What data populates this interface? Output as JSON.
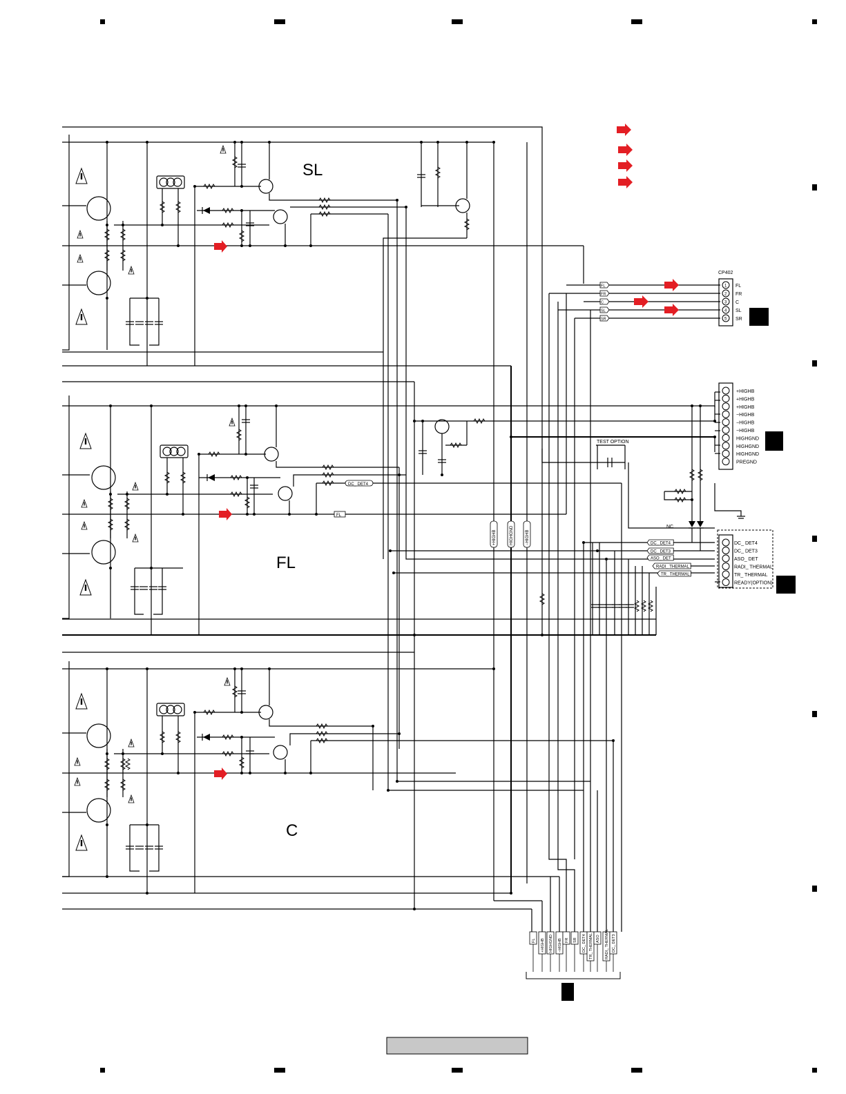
{
  "sections": {
    "sl": {
      "title": "SL"
    },
    "fl": {
      "title": "FL"
    },
    "c": {
      "title": "C"
    }
  },
  "connector_cp402": {
    "ref": "CP402",
    "pins": [
      "1",
      "2",
      "3",
      "4",
      "5"
    ],
    "labels": [
      "FL",
      "FR",
      "C",
      "SL",
      "SR"
    ],
    "net_tags": [
      "FL",
      "FR",
      "C",
      "SL",
      "SR"
    ]
  },
  "connector_power": {
    "labels": [
      "+HIGHB",
      "+HIGHB",
      "+HIGHB",
      "−HIGHB",
      "−HIGHB",
      "−HIGHB",
      "HIGHGND",
      "HIGHGND",
      "HIGHGND",
      "PREGND"
    ]
  },
  "connector_det": {
    "labels": [
      "DC_ DET4",
      "DC_ DET3",
      "ASO_ DET",
      "RADI_ THERMAL",
      "TR_ THERMAL",
      "READY(OPTION)"
    ],
    "net_tags": [
      "DC_ DET4",
      "DC_ DET3",
      "ASO_ DET",
      "RADI_ THERMAL",
      "TR_ THERMAL"
    ]
  },
  "misc_labels": {
    "test_option": "TEST OPTION",
    "nc": "NC",
    "dc_det4_tag": "DC_ DET4",
    "fl_tag": "FL"
  },
  "vertical_tags": [
    "+HIGHB",
    "HIGHGND",
    "−HIGHB"
  ],
  "bottom_tags": [
    "FL",
    "+HIGHB",
    "HIGHGND",
    "−HIGHB",
    "FR",
    "SR",
    "DC_ DET4",
    "TR_ THERMAL",
    "ASO",
    "RADI_ THERMAL",
    "DC_ DET3"
  ],
  "colors": {
    "arrow": "#e31e24",
    "line": "#000000",
    "footer_box": "#c8c8c8"
  }
}
